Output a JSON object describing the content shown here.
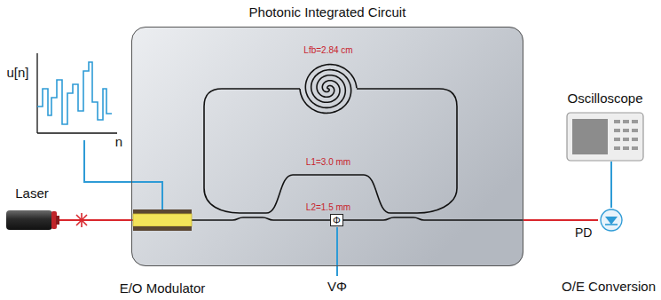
{
  "diagram": {
    "nodes": [
      {
        "text": [
          "Photonic Integrated Circuit"
        ]
      },
      {
        "text": [
          "Φ"
        ],
        "in": 0
      },
      {
        "text": [
          "Laser"
        ]
      },
      {
        "text": [
          "E/O Modulator"
        ]
      },
      {
        "text": [
          "Oscilloscope"
        ]
      },
      {
        "text": [
          "PD"
        ]
      }
    ],
    "edges": [
      {
        "from": 2,
        "to": 3,
        "arrow": "none"
      },
      {
        "from": 5,
        "to": 4,
        "arrow": "none"
      }
    ],
    "labels": [
      "Lfb=2.84 cm",
      "L1=3.0 mm",
      "L2=1.5 mm",
      "VΦ",
      "u[n]",
      "n",
      "O/E Conversion"
    ]
  }
}
